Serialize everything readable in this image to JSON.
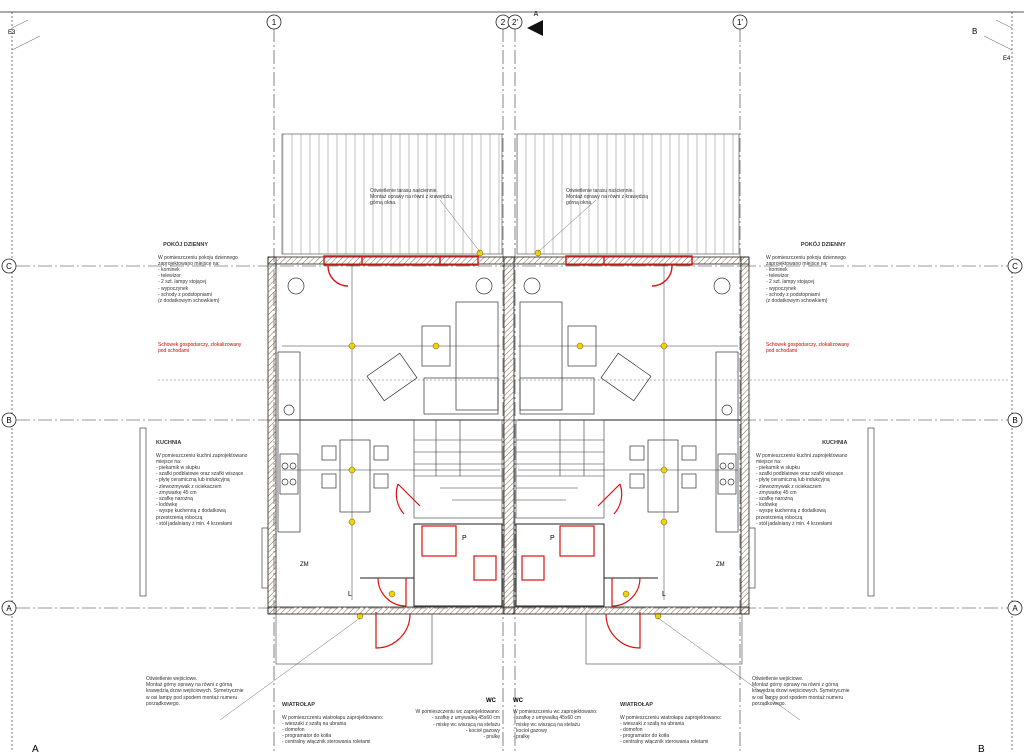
{
  "axes": {
    "cols": [
      "1",
      "2",
      "2'",
      "1'"
    ],
    "rows": [
      "C",
      "B",
      "A"
    ],
    "corner": [
      "E3",
      "B",
      "E4"
    ],
    "bottom_marks": [
      "A",
      "B"
    ]
  },
  "rooms": {
    "wc_left": "WC",
    "wc_right": "WC",
    "tag_p": "P",
    "tag_l": "L",
    "tag_zm": "ZM"
  },
  "notes": {
    "lighting_upper": "Oświetlenie tarasu naściennie.\nMontaż oprawy na równi z krawędzią\ngórną okna.",
    "living_left": {
      "title": "POKÓJ DZIENNY",
      "body": "W pomieszczeniu pokoju dziennego\nzaprojektowano miejsce na:\n- kominek\n- telewizor\n- 2 szt. lampy stojącej\n- wypoczynek\n- schody z podstopniami\n  (z dodatkowym schowkiem)"
    },
    "living_right": {
      "title": "POKÓJ DZIENNY",
      "body": "W pomieszczeniu pokoju dziennego\nzaprojektowano miejsce na:\n- kominek\n- telewizor\n- 2 szt. lampy stojącej\n- wypoczynek\n- schody z podstopniami\n  (z dodatkowym schowkiem)"
    },
    "storage": "Schowek gospodarczy, zlokalizowany\npod schodami",
    "kitchen_left": {
      "title": "KUCHNIA",
      "body": "W pomieszczeniu kuchni zaprojektowano\nmiejsce na:\n- piekarnik w słupku\n- szafki podblatowe oraz szafki wiszące\n- płytę ceramiczną lub indukcyjną\n- zlewozmywak z ociekaczem\n- zmywarkę 45 cm\n- szafkę narożną\n- lodówkę\n- wyspę kuchenną z dodatkową\n  przestrzenią roboczą\n- stół jadalniany z min. 4 krzesłami"
    },
    "kitchen_right": {
      "title": "KUCHNIA",
      "body": "W pomieszczeniu kuchni zaprojektowano\nmiejsce na:\n- piekarnik w słupku\n- szafki podblatowe oraz szafki wiszące\n- płytę ceramiczną lub indukcyjną\n- zlewozmywak z ociekaczem\n- zmywarkę 45 cm\n- szafkę narożną\n- lodówkę\n- wyspę kuchenną z dodatkową\n  przestrzenią roboczą\n- stół jadalniany z min. 4 krzesłami"
    },
    "entry_left": "Oświetlenie wejściowe.\nMontaż górny oprawy na równi z górną\nkrawędzią drzwi wejściowych. Symetrycznie\nw osi lampy pod spodem montaż numeru\nporządkowego.",
    "entry_right": "Oświetlenie wejściowe.\nMontaż górny oprawy na równi z górną\nkrawędzią drzwi wejściowych. Symetrycznie\nw osi lampy pod spodem montaż numeru\nporządkowego.",
    "windlap_left": {
      "title": "WIATROŁAP",
      "body": "W pomieszczeniu wiatrołapu zaprojektowano:\n- wieszaki z szafą na ubrania\n- domofon\n- programator do kotła\n- centralny włącznik sterowania roletami"
    },
    "windlap_right": {
      "title": "WIATROŁAP",
      "body": "W pomieszczeniu wiatrołapu zaprojektowano:\n- wieszaki z szafą na ubrania\n- domofon\n- programator do kotła\n- centralny włącznik sterowania roletami"
    },
    "wc_note_left": {
      "title": "WC",
      "body": "W pomieszczeniu wc zaprojektowano:\n- szafkę z umywalką 45x60 cm\n- miskę wc wiszącą na stelażu\n- kocioł gazowy\n- pralkę"
    },
    "wc_note_right": {
      "title": "WC",
      "body": "W pomieszczeniu wc zaprojektowano:\n- szafkę z umywalką 45x60 cm\n- miskę wc wiszącą na stelażu\n- kocioł gazowy\n- pralkę"
    }
  },
  "colors": {
    "line": "#222222",
    "red": "#dd1111",
    "yellow": "#f2d200",
    "hatch": "#8a6a4a"
  }
}
